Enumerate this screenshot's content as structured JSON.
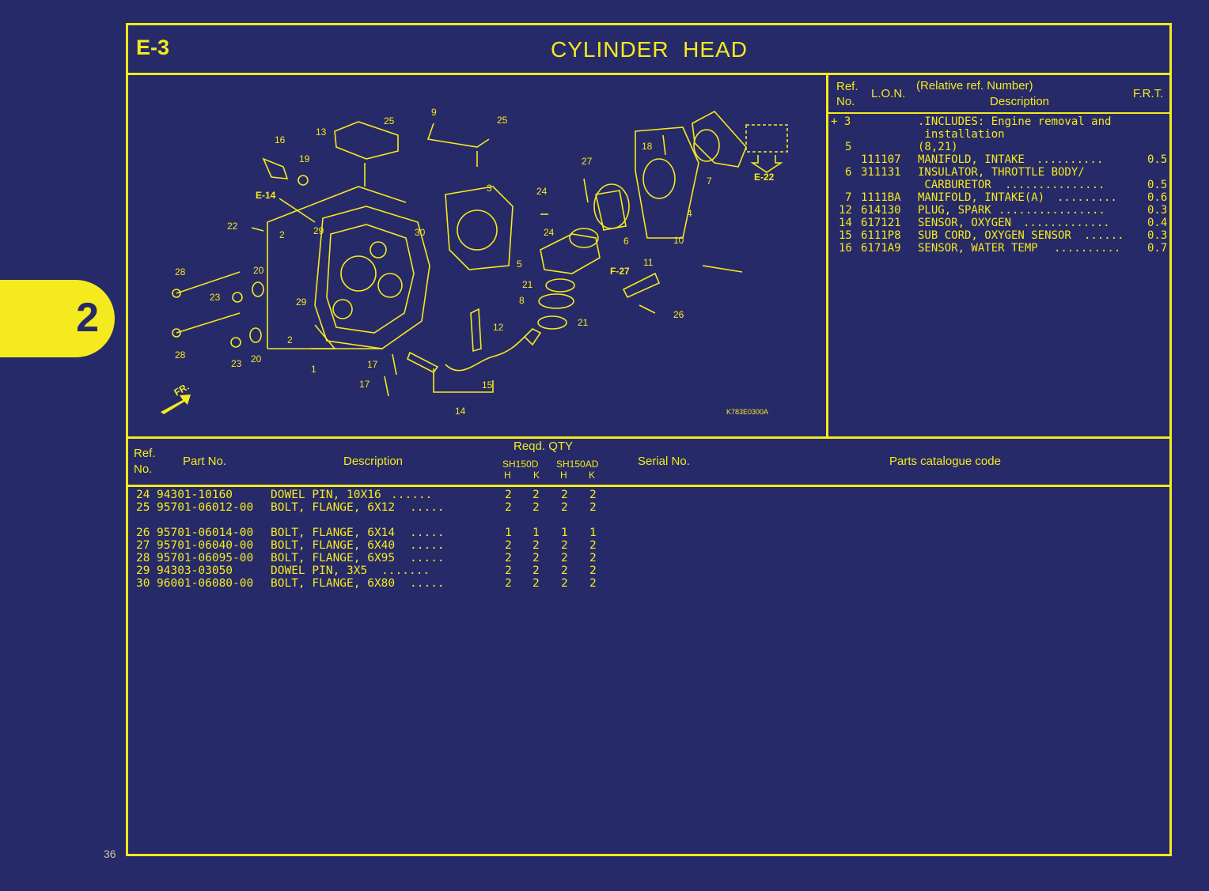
{
  "page": {
    "section_code": "E-3",
    "title": "CYLINDER  HEAD",
    "tab_label": "2",
    "page_number": "36"
  },
  "diagram": {
    "code": "K783E0300A",
    "front_label": "FR.",
    "callouts": [
      "1",
      "2",
      "2",
      "3",
      "4",
      "5",
      "6",
      "7",
      "8",
      "9",
      "10",
      "11",
      "12",
      "13",
      "14",
      "15",
      "16",
      "17",
      "17",
      "18",
      "19",
      "20",
      "20",
      "21",
      "21",
      "22",
      "23",
      "23",
      "24",
      "24",
      "25",
      "25",
      "26",
      "27",
      "28",
      "28",
      "29",
      "29",
      "30"
    ],
    "refs": [
      "E-14",
      "E-22",
      "F-27"
    ]
  },
  "upper_table": {
    "headers": {
      "ref_no": "Ref.\nNo.",
      "lon": "L.O.N.",
      "relative": "(Relative ref. Number)",
      "description": "Description",
      "frt": "F.R.T."
    },
    "rows": [
      {
        "ref": "+ 3",
        "lon": "",
        "desc": ".INCLUDES: Engine removal and",
        "frt": ""
      },
      {
        "ref": "",
        "lon": "",
        "desc": " installation",
        "frt": ""
      },
      {
        "ref": "5",
        "lon": "",
        "desc": "(8,21)",
        "frt": ""
      },
      {
        "ref": "",
        "lon": "111107",
        "desc": "MANIFOLD, INTAKE",
        "frt": "0.5"
      },
      {
        "ref": "6",
        "lon": "311131",
        "desc": "INSULATOR, THROTTLE BODY/",
        "frt": ""
      },
      {
        "ref": "",
        "lon": "",
        "desc": " CARBURETOR",
        "frt": "0.5"
      },
      {
        "ref": "7",
        "lon": "1111BA",
        "desc": "MANIFOLD, INTAKE(A)",
        "frt": "0.6"
      },
      {
        "ref": "12",
        "lon": "614130",
        "desc": "PLUG, SPARK",
        "frt": "0.3"
      },
      {
        "ref": "14",
        "lon": "617121",
        "desc": "SENSOR, OXYGEN",
        "frt": "0.4"
      },
      {
        "ref": "15",
        "lon": "6111P8",
        "desc": "SUB CORD, OXYGEN SENSOR",
        "frt": "0.3"
      },
      {
        "ref": "16",
        "lon": "6171A9",
        "desc": "SENSOR, WATER TEMP",
        "frt": "0.7"
      }
    ]
  },
  "lower_table": {
    "headers": {
      "ref_no": "Ref.\nNo.",
      "part_no": "Part No.",
      "description": "Description",
      "reqd_qty": "Reqd. QTY",
      "model_1": "SH150D",
      "model_2": "SH150AD",
      "h": "H",
      "k": "K",
      "serial_no": "Serial No.",
      "catalogue_code": "Parts catalogue code"
    },
    "rows": [
      {
        "ref": "24",
        "part": "94301-10160",
        "desc": "DOWEL PIN, 10X16",
        "q": [
          "2",
          "2",
          "2",
          "2"
        ]
      },
      {
        "ref": "25",
        "part": "95701-06012-00",
        "desc": "BOLT, FLANGE, 6X12",
        "q": [
          "2",
          "2",
          "2",
          "2"
        ]
      },
      {
        "ref": "",
        "part": "",
        "desc": "",
        "q": [
          "",
          "",
          "",
          ""
        ]
      },
      {
        "ref": "26",
        "part": "95701-06014-00",
        "desc": "BOLT, FLANGE, 6X14",
        "q": [
          "1",
          "1",
          "1",
          "1"
        ]
      },
      {
        "ref": "27",
        "part": "95701-06040-00",
        "desc": "BOLT, FLANGE, 6X40",
        "q": [
          "2",
          "2",
          "2",
          "2"
        ]
      },
      {
        "ref": "28",
        "part": "95701-06095-00",
        "desc": "BOLT, FLANGE, 6X95",
        "q": [
          "2",
          "2",
          "2",
          "2"
        ]
      },
      {
        "ref": "29",
        "part": "94303-03050",
        "desc": "DOWEL PIN, 3X5",
        "q": [
          "2",
          "2",
          "2",
          "2"
        ]
      },
      {
        "ref": "30",
        "part": "96001-06080-00",
        "desc": "BOLT, FLANGE, 6X80",
        "q": [
          "2",
          "2",
          "2",
          "2"
        ]
      }
    ]
  },
  "colors": {
    "background": "#272a68",
    "ink": "#f5ea1d"
  }
}
